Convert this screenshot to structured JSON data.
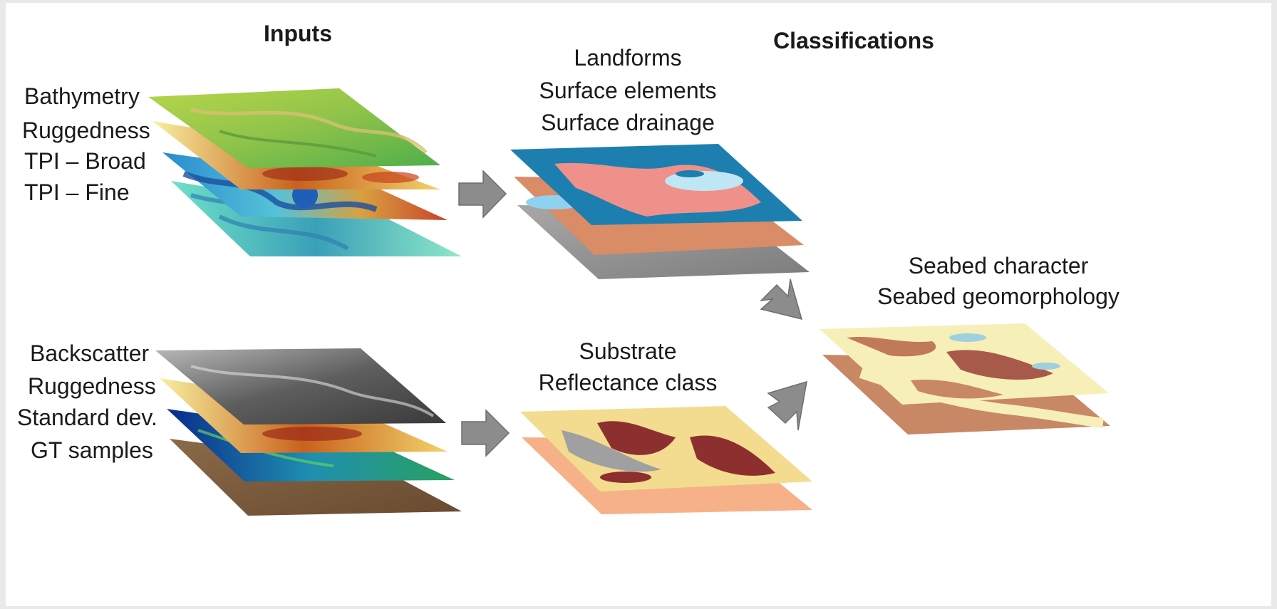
{
  "headers": {
    "inputs": "Inputs",
    "classifications": "Classifications"
  },
  "input_groups": [
    {
      "labels": [
        "Bathymetry",
        "Ruggedness",
        "TPI – Broad",
        "TPI – Fine"
      ]
    },
    {
      "labels": [
        "Backscatter",
        "Ruggedness",
        "Standard dev.",
        "GT samples"
      ]
    }
  ],
  "classification_groups": [
    {
      "labels": [
        "Landforms",
        "Surface elements",
        "Surface drainage"
      ]
    },
    {
      "labels": [
        "Substrate",
        "Reflectance class"
      ]
    },
    {
      "labels": [
        "Seabed character",
        "Seabed geomorphology"
      ]
    }
  ],
  "colors": {
    "bathymetry": "#8fc34a",
    "ruggedness": "#f7f0a0",
    "tpi": "#d85a1e",
    "tpi_fine": "#5fd9c0",
    "backscatter": "#6f6f6f",
    "std_dev": "#1c5aa8",
    "gt": "#7a5a3a",
    "landforms": "#1c7fb0",
    "surface": "#f0908a",
    "relief": "#909090",
    "substrate": "#f3dc8f",
    "substrate_dark": "#8e2f2f",
    "reflectance": "#f6b188",
    "seabed": "#f7efb8",
    "seabed_alt": "#c88866",
    "arrow": "#8c8c8c"
  }
}
